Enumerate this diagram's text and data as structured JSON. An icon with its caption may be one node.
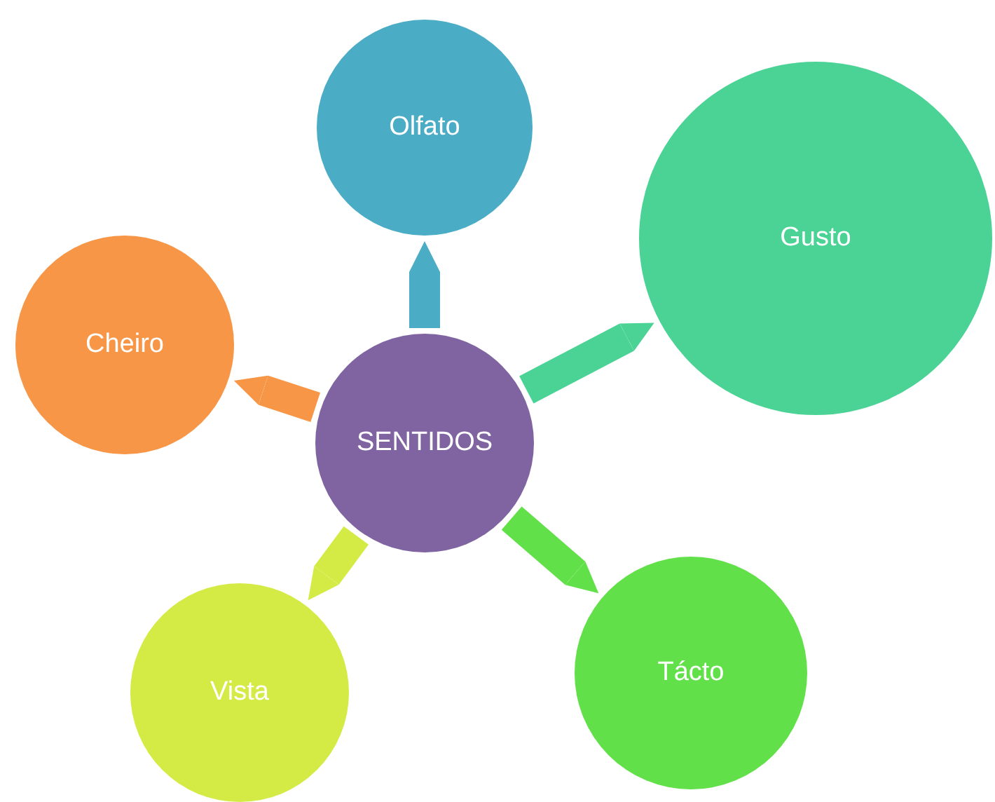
{
  "diagram": {
    "nodes": [
      {
        "text": [
          "Olfato"
        ]
      },
      {
        "text": [
          "Gusto"
        ]
      },
      {
        "text": [
          "Cheiro"
        ]
      },
      {
        "text": [
          "SENTIDOS"
        ]
      },
      {
        "text": [
          "Vista"
        ]
      },
      {
        "text": [
          "Tácto"
        ]
      }
    ],
    "edges": [
      {
        "from": 3,
        "to": 0,
        "arrow": "to",
        "color": "#4bacc6"
      },
      {
        "from": 3,
        "to": 1,
        "arrow": "to",
        "color": "#4ad395"
      },
      {
        "from": 3,
        "to": 2,
        "arrow": "to",
        "color": "#f79646"
      },
      {
        "from": 3,
        "to": 4,
        "arrow": "to",
        "color": "#d4eb45"
      },
      {
        "from": 3,
        "to": 5,
        "arrow": "to",
        "color": "#62e04a"
      }
    ]
  }
}
